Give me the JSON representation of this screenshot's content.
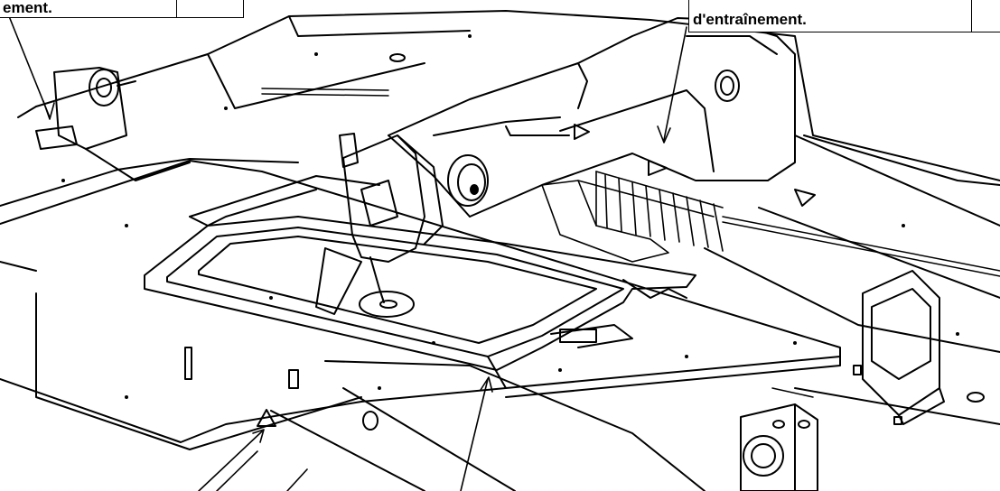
{
  "callouts": {
    "top_left": {
      "text": "ement."
    },
    "top_right": {
      "text": "d'entraînement."
    }
  },
  "figure": {
    "warning_marks": [
      "warning-triangle",
      "warning-triangle",
      "warning-triangle"
    ]
  }
}
